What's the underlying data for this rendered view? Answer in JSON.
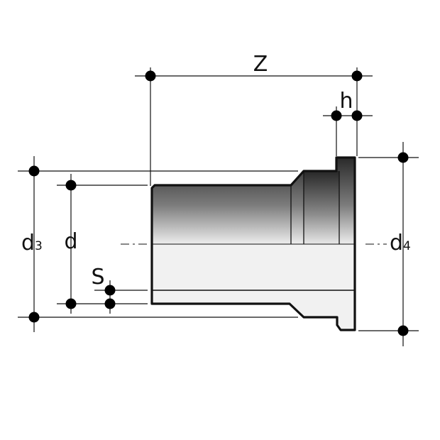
{
  "labels": {
    "z": "Z",
    "h": "h",
    "d3_main": "d",
    "d3_sub": "3",
    "d": "d",
    "d4_main": "d",
    "d4_sub": "4",
    "s": "S"
  },
  "colors": {
    "line": "#111111",
    "dot": "#000000",
    "body_light": "#f1f1f1"
  }
}
